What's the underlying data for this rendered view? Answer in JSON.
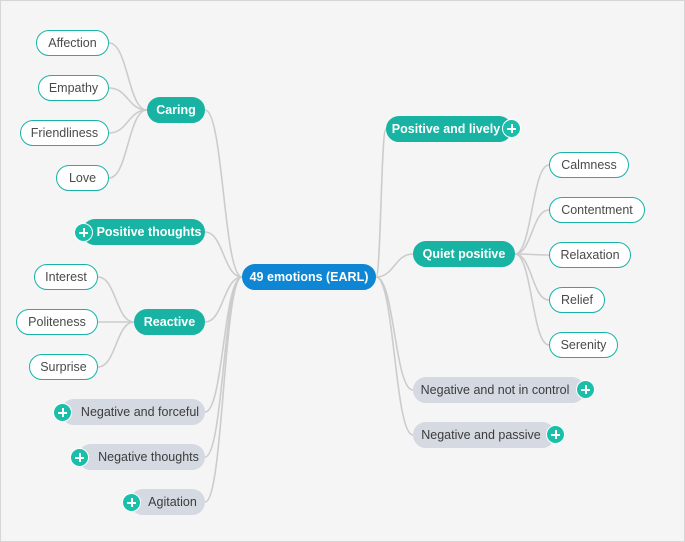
{
  "root": {
    "label": "49 emotions (EARL)"
  },
  "left": {
    "caring": {
      "label": "Caring",
      "children": [
        "Affection",
        "Empathy",
        "Friendliness",
        "Love"
      ]
    },
    "positive_thoughts": {
      "label": "Positive thoughts",
      "collapsed": true
    },
    "reactive": {
      "label": "Reactive",
      "children": [
        "Interest",
        "Politeness",
        "Surprise"
      ]
    },
    "negative_and_forceful": {
      "label": "Negative and forceful",
      "collapsed": true
    },
    "negative_thoughts": {
      "label": "Negative thoughts",
      "collapsed": true
    },
    "agitation": {
      "label": "Agitation",
      "collapsed": true
    }
  },
  "right": {
    "positive_and_lively": {
      "label": "Positive and lively",
      "collapsed": true
    },
    "quiet_positive": {
      "label": "Quiet positive",
      "children": [
        "Calmness",
        "Contentment",
        "Relaxation",
        "Relief",
        "Serenity"
      ]
    },
    "negative_not_in_control": {
      "label": "Negative and not in control",
      "collapsed": true
    },
    "negative_and_passive": {
      "label": "Negative and passive",
      "collapsed": true
    }
  },
  "icons": {
    "expand": "plus-circle-icon"
  },
  "colors": {
    "root": "#0f86d4",
    "branch": "#19b3a3",
    "leaf_border": "#18b3a6",
    "muted_branch": "#d4d9e2",
    "connector": "#cccccc",
    "canvas_bg": "#f5f5f5"
  }
}
